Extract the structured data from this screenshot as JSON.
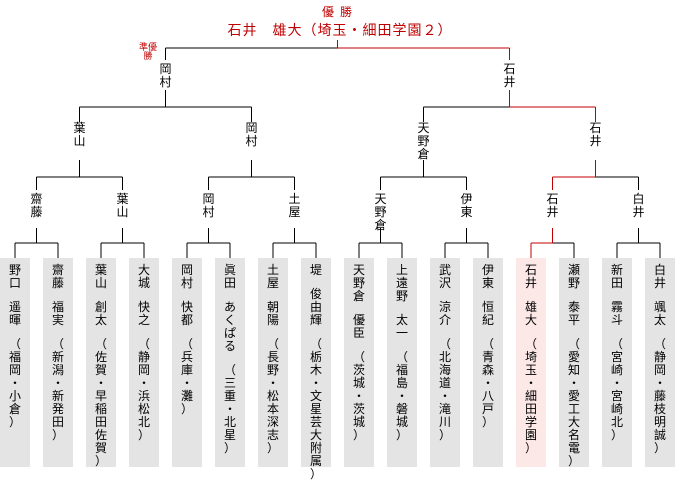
{
  "winner": {
    "label": "優勝",
    "name": "石井　雄大（埼玉・細田学園２）"
  },
  "runner_up_label": "準優勝",
  "final": [
    {
      "name": "岡村"
    },
    {
      "name": "石井"
    }
  ],
  "semifinal": [
    {
      "name": "葉山"
    },
    {
      "name": "岡村"
    },
    {
      "name": "天野倉"
    },
    {
      "name": "石井"
    }
  ],
  "quarterfinal": [
    {
      "name": "齋藤"
    },
    {
      "name": "葉山"
    },
    {
      "name": "岡村"
    },
    {
      "name": "土屋"
    },
    {
      "name": "天野倉"
    },
    {
      "name": "伊東"
    },
    {
      "name": "石井"
    },
    {
      "name": "白井"
    }
  ],
  "players": [
    {
      "surname": "野口",
      "given": "遥暉",
      "affil": "（福岡・小倉）",
      "winner": false
    },
    {
      "surname": "齋藤",
      "given": "福実",
      "affil": "（新潟・新発田）",
      "winner": false
    },
    {
      "surname": "葉山",
      "given": "創太",
      "affil": "（佐賀・早稲田佐賀）",
      "winner": false
    },
    {
      "surname": "大城",
      "given": "快之",
      "affil": "（静岡・浜松北）",
      "winner": false
    },
    {
      "surname": "岡村",
      "given": "快都",
      "affil": "（兵庫・灘）",
      "winner": false
    },
    {
      "surname": "眞田",
      "given": "あくぱる",
      "affil": "（三重・北星）",
      "winner": false
    },
    {
      "surname": "土屋",
      "given": "朝陽",
      "affil": "（長野・松本深志）",
      "winner": false
    },
    {
      "surname": "堤",
      "given": "俊由輝",
      "affil": "（栃木・文星芸大附属）",
      "winner": false
    },
    {
      "surname": "天野倉",
      "given": "優臣",
      "affil": "（茨城・茨城）",
      "winner": false
    },
    {
      "surname": "上遠野",
      "given": "太一",
      "affil": "（福島・磐城）",
      "winner": false
    },
    {
      "surname": "武沢",
      "given": "涼介",
      "affil": "（北海道・滝川）",
      "winner": false
    },
    {
      "surname": "伊東",
      "given": "恒紀",
      "affil": "（青森・八戸）",
      "winner": false
    },
    {
      "surname": "石井",
      "given": "雄大",
      "affil": "（埼玉・細田学園）",
      "winner": true
    },
    {
      "surname": "瀬野",
      "given": "泰平",
      "affil": "（愛知・愛工大名電）",
      "winner": false
    },
    {
      "surname": "新田",
      "given": "霧斗",
      "affil": "（宮崎・宮崎北）",
      "winner": false
    },
    {
      "surname": "白井",
      "given": "颯太",
      "affil": "（静岡・藤枝明誠）",
      "winner": false
    }
  ],
  "colors": {
    "winner_path": "#c00000",
    "line": "#000000",
    "card_bg": "#e4e4e4",
    "winner_card_bg": "#fde8e8"
  }
}
